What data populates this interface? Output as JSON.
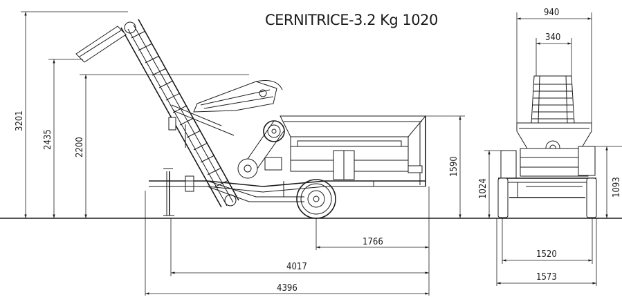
{
  "title": "CERNITRICE-3.2 Kg 1020",
  "dimensions": {
    "d3201": "3201",
    "d2435": "2435",
    "d2200": "2200",
    "d1590": "1590",
    "d1766": "1766",
    "d4017": "4017",
    "d4396": "4396",
    "d940": "940",
    "d340": "340",
    "d1024": "1024",
    "d1093": "1093",
    "d1520": "1520",
    "d1573": "1573"
  },
  "colors": {
    "line": "#1a1a1a",
    "background": "#ffffff"
  }
}
